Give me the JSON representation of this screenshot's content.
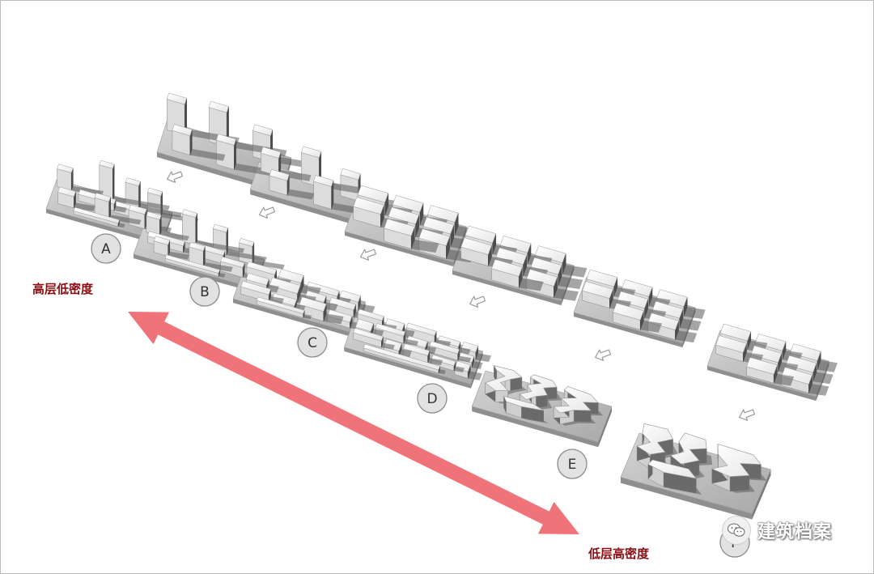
{
  "diagram": {
    "model_labels": [
      "A",
      "B",
      "C",
      "D",
      "E",
      "F"
    ],
    "axis_label_top": "高层低密度",
    "axis_label_bottom": "低层高密度",
    "arrow_color": "#f06b73",
    "label_color": "#8b0d12",
    "block_color": "#f2f2f2",
    "shadow_color": "#4a4a4a",
    "base_color": "#bdbdbd"
  },
  "watermark": {
    "text": "建筑档案",
    "icon": "wechat-icon"
  }
}
